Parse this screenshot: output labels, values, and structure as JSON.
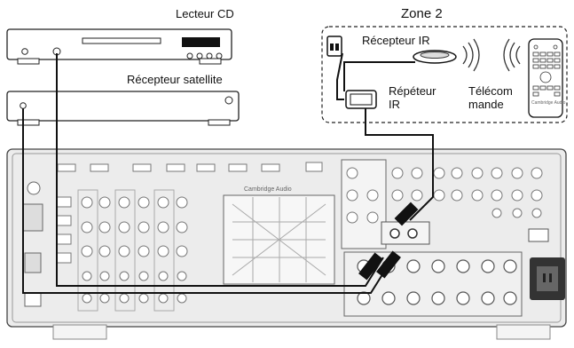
{
  "labels": {
    "cd_player": "Lecteur CD",
    "satellite_receiver": "Récepteur satellite",
    "zone": "Zone 2",
    "ir_receiver": "Récepteur IR",
    "ir_repeater_line1": "Répéteur",
    "ir_repeater_line2": "IR",
    "remote_line1": "Télécom",
    "remote_line2": "mande"
  },
  "remote_brand": "Cambridge Audio",
  "receiver_brand": "Cambridge Audio",
  "icons": [
    "cd-player-icon",
    "satellite-receiver-icon",
    "av-receiver-rear-panel-icon",
    "power-plug-icon",
    "ir-receiver-icon",
    "ir-repeater-icon",
    "remote-control-icon",
    "ir-signal-waves-icon",
    "power-socket-icon"
  ],
  "colors": {
    "line": "#111111",
    "panel": "#e9e9e9",
    "panel_stroke": "#444444"
  }
}
